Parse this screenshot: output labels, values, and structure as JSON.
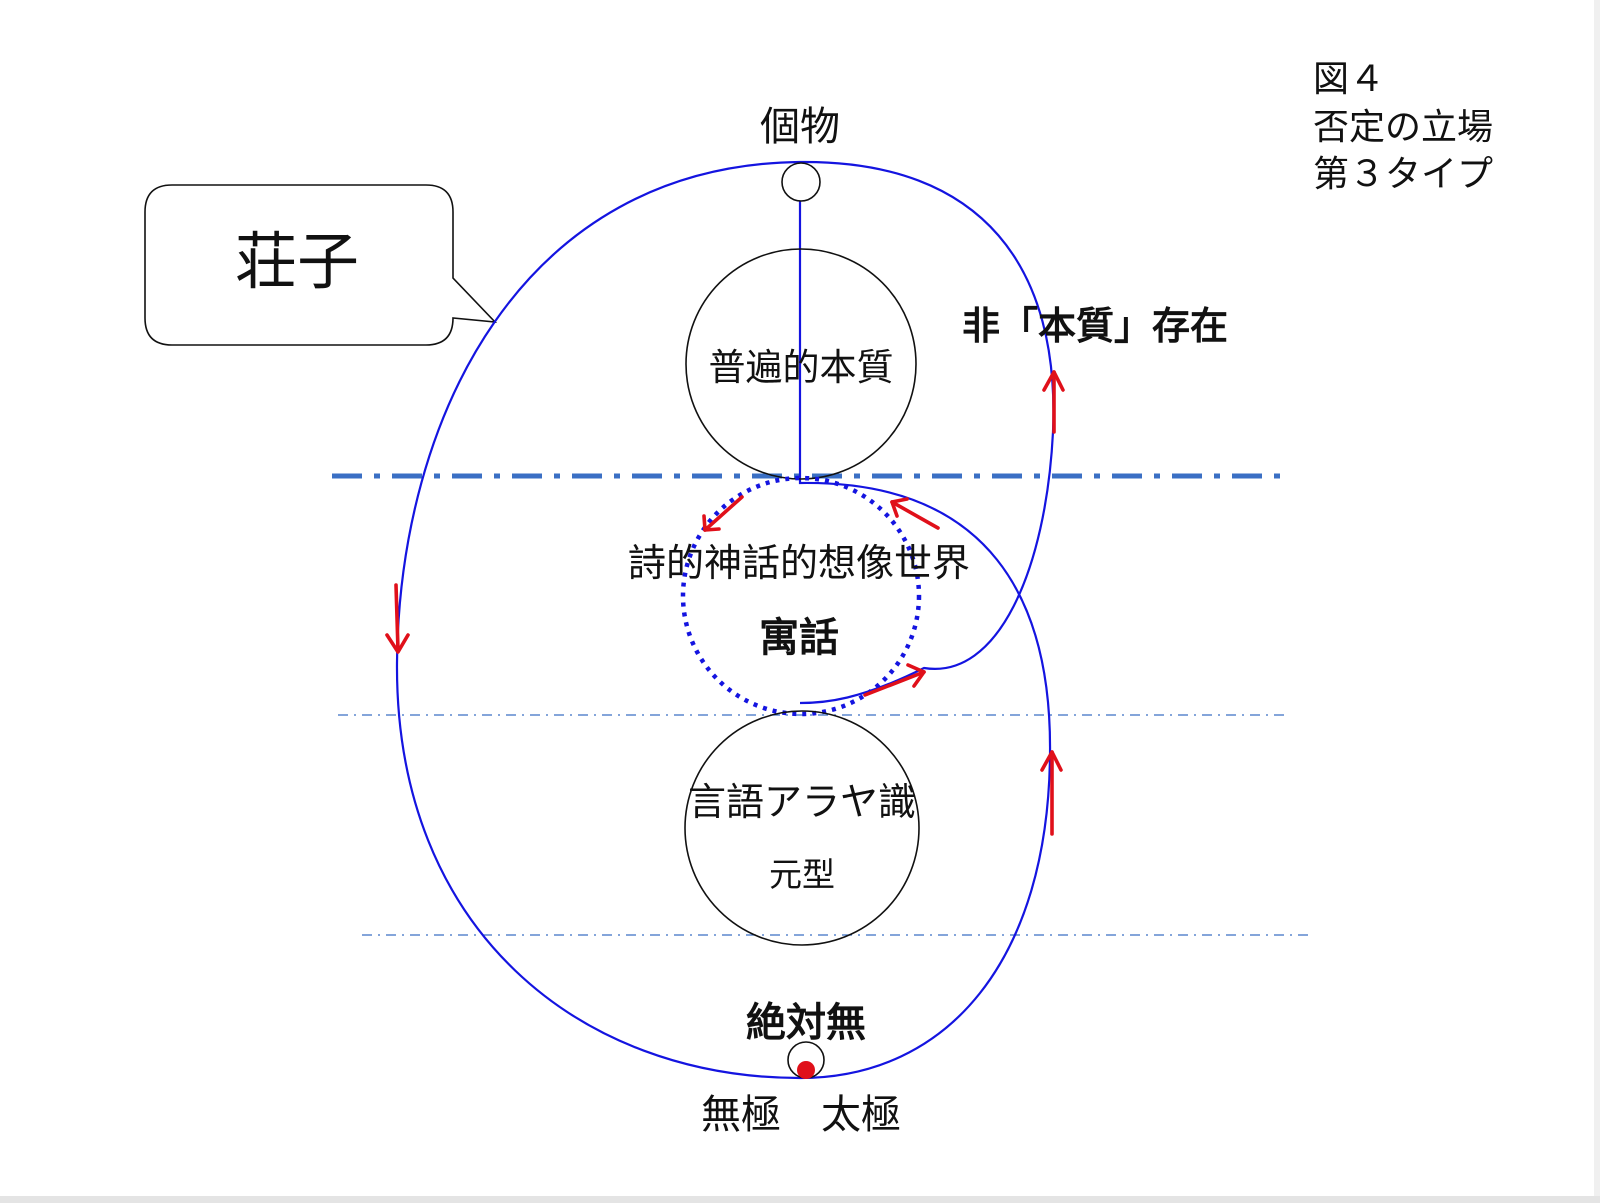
{
  "figure_caption": {
    "line1": "図４",
    "line2": "否定の立場",
    "line3": "第３タイプ"
  },
  "speech_bubble": {
    "text": "荘子"
  },
  "labels": {
    "top_point": "個物",
    "universal_essence": "普遍的本質",
    "non_essence_being": "非「本質」存在",
    "imaginal_world": "詩的神話的想像世界",
    "fable": "寓話",
    "alaya": "言語アラヤ識",
    "archetype": "元型",
    "absolute_nothing": "絶対無",
    "wuji_taiji": "無極　太極"
  },
  "colors": {
    "loop_line": "#1414e0",
    "arrow": "#e0101a",
    "level_dash": "#3a6fc4",
    "circle_stroke": "#111111",
    "point_fill": "#e0101a"
  }
}
